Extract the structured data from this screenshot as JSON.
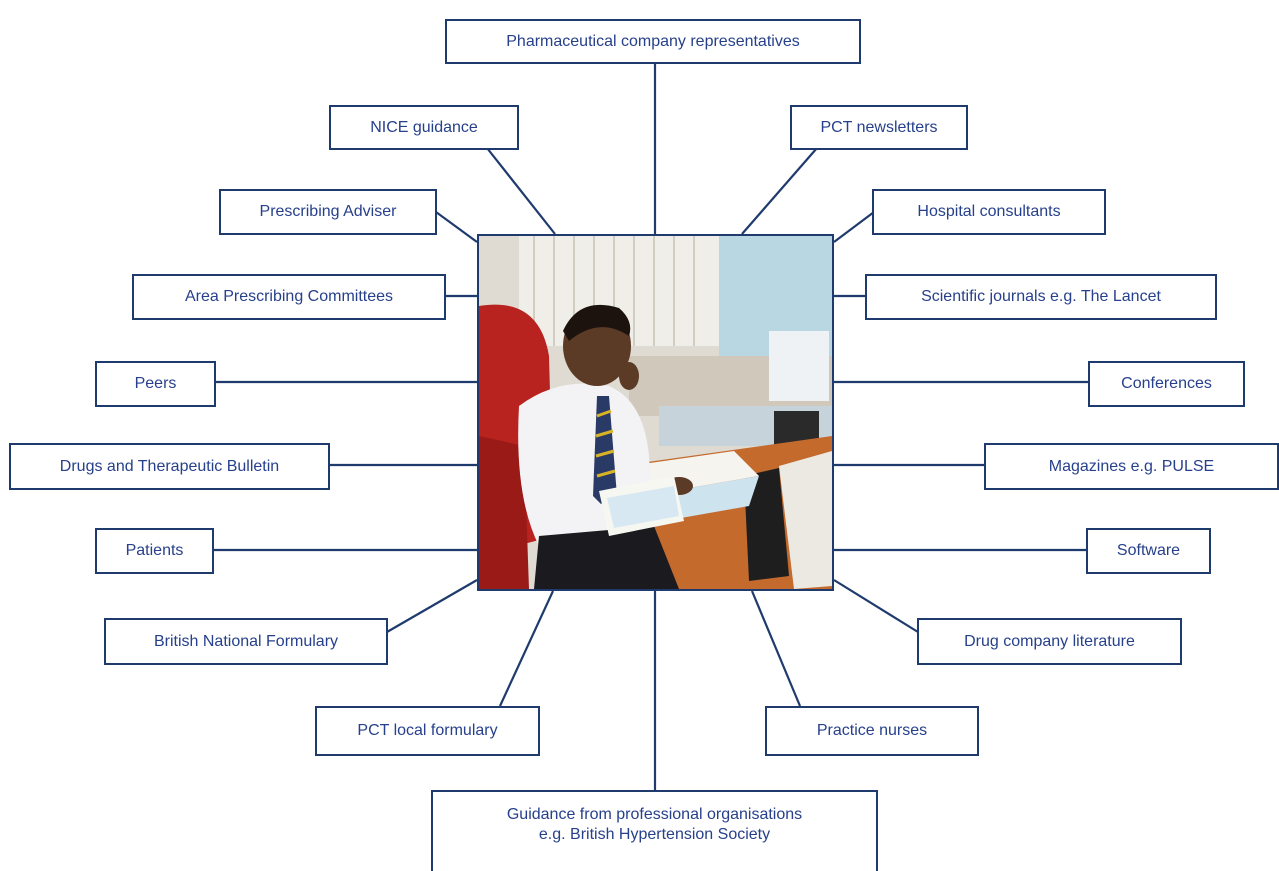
{
  "center_image": {
    "subject": "doctor-at-desk-photo"
  },
  "sources": {
    "pharma_reps": "Pharmaceutical company representatives",
    "nice": "NICE guidance",
    "pct_newsletters": "PCT newsletters",
    "prescribing_adviser": "Prescribing Adviser",
    "hospital_consultants": "Hospital consultants",
    "area_committees": "Area Prescribing Committees",
    "scientific_journals": "Scientific journals e.g. The Lancet",
    "peers": "Peers",
    "conferences": "Conferences",
    "dtb": "Drugs and Therapeutic Bulletin",
    "magazines": "Magazines e.g. PULSE",
    "patients": "Patients",
    "software": "Software",
    "bnf": "British National Formulary",
    "drug_company_literature": "Drug company literature",
    "pct_formulary": "PCT local formulary",
    "practice_nurses": "Practice nurses",
    "guidance_line1": "Guidance from professional organisations",
    "guidance_line2": "e.g. British Hypertension Society"
  },
  "colors": {
    "line": "#1f3b6e",
    "text": "#27408b",
    "box_border": "#1f3b6e"
  }
}
